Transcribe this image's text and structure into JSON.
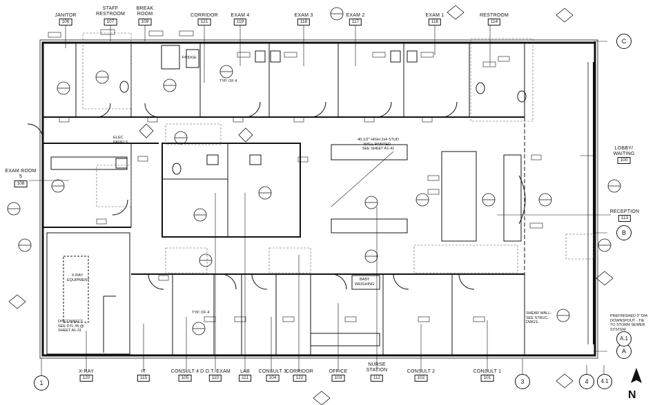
{
  "rooms_top": [
    {
      "name": "JANITOR",
      "number": "106"
    },
    {
      "name": "STAFF\nRESTROOM",
      "number": "107"
    },
    {
      "name": "BREAK\nROOM",
      "number": "109"
    },
    {
      "name": "CORRIDOR",
      "number": "121"
    },
    {
      "name": "EXAM 4",
      "number": "119"
    },
    {
      "name": "EXAM 3",
      "number": "118"
    },
    {
      "name": "EXAM 2",
      "number": "117"
    },
    {
      "name": "EXAM 1",
      "number": "116"
    },
    {
      "name": "RESTROOM",
      "number": "114"
    }
  ],
  "rooms_bottom": [
    {
      "name": "X-RAY",
      "number": "120"
    },
    {
      "name": "IT",
      "number": "115"
    },
    {
      "name": "CONSULT 4",
      "number": "105"
    },
    {
      "name": "D.O.T. EXAM",
      "number": "110"
    },
    {
      "name": "LAB",
      "number": "111"
    },
    {
      "name": "CONSULT 3",
      "number": "104"
    },
    {
      "name": "CORRIDOR",
      "number": "122"
    },
    {
      "name": "OFFICE",
      "number": "103"
    },
    {
      "name": "NURSE\nSTATION",
      "number": "112"
    },
    {
      "name": "CONSULT 2",
      "number": "102"
    },
    {
      "name": "CONSULT 1",
      "number": "101"
    }
  ],
  "rooms_side": [
    {
      "name": "EXAM ROOM\n5",
      "number": "108"
    },
    {
      "name": "LOBBY/\nWAITING",
      "number": "100"
    },
    {
      "name": "RECEPTION",
      "number": "113"
    }
  ],
  "grid": {
    "top_right": "C",
    "mid_right": "B",
    "low_right": "A",
    "low_right2": "A.1",
    "bottom": [
      "1",
      "3",
      "4",
      "4.1"
    ]
  },
  "notes": {
    "stud_wall": "40-1/2\" HIGH 2x4 STUD\nWALL PAINTED -\nSEE SHEET A1-41",
    "xray_equipment": "X-RAY\nEQUIPMENT",
    "disconnect": "DISCONNECT\nSEE DTL #5 @\nSHEET A1-31",
    "shear_wall": "SHEAR WALL-\nSEE STRUC.\nDWGS.",
    "downspout": "PREFINISHED 3\" DIA\nDOWNSPOUT - TIE\nTO STORM SEWER\nSYSTEM",
    "baby_weighing": "BABY\nWEIGHING",
    "elec_panels": "ELEC\nPANELS",
    "fridge": "FRIDGE",
    "typ_of_4_a": "TYP. OF 4",
    "typ_of_4_b": "TYP. OF 4"
  },
  "north_label": "N"
}
